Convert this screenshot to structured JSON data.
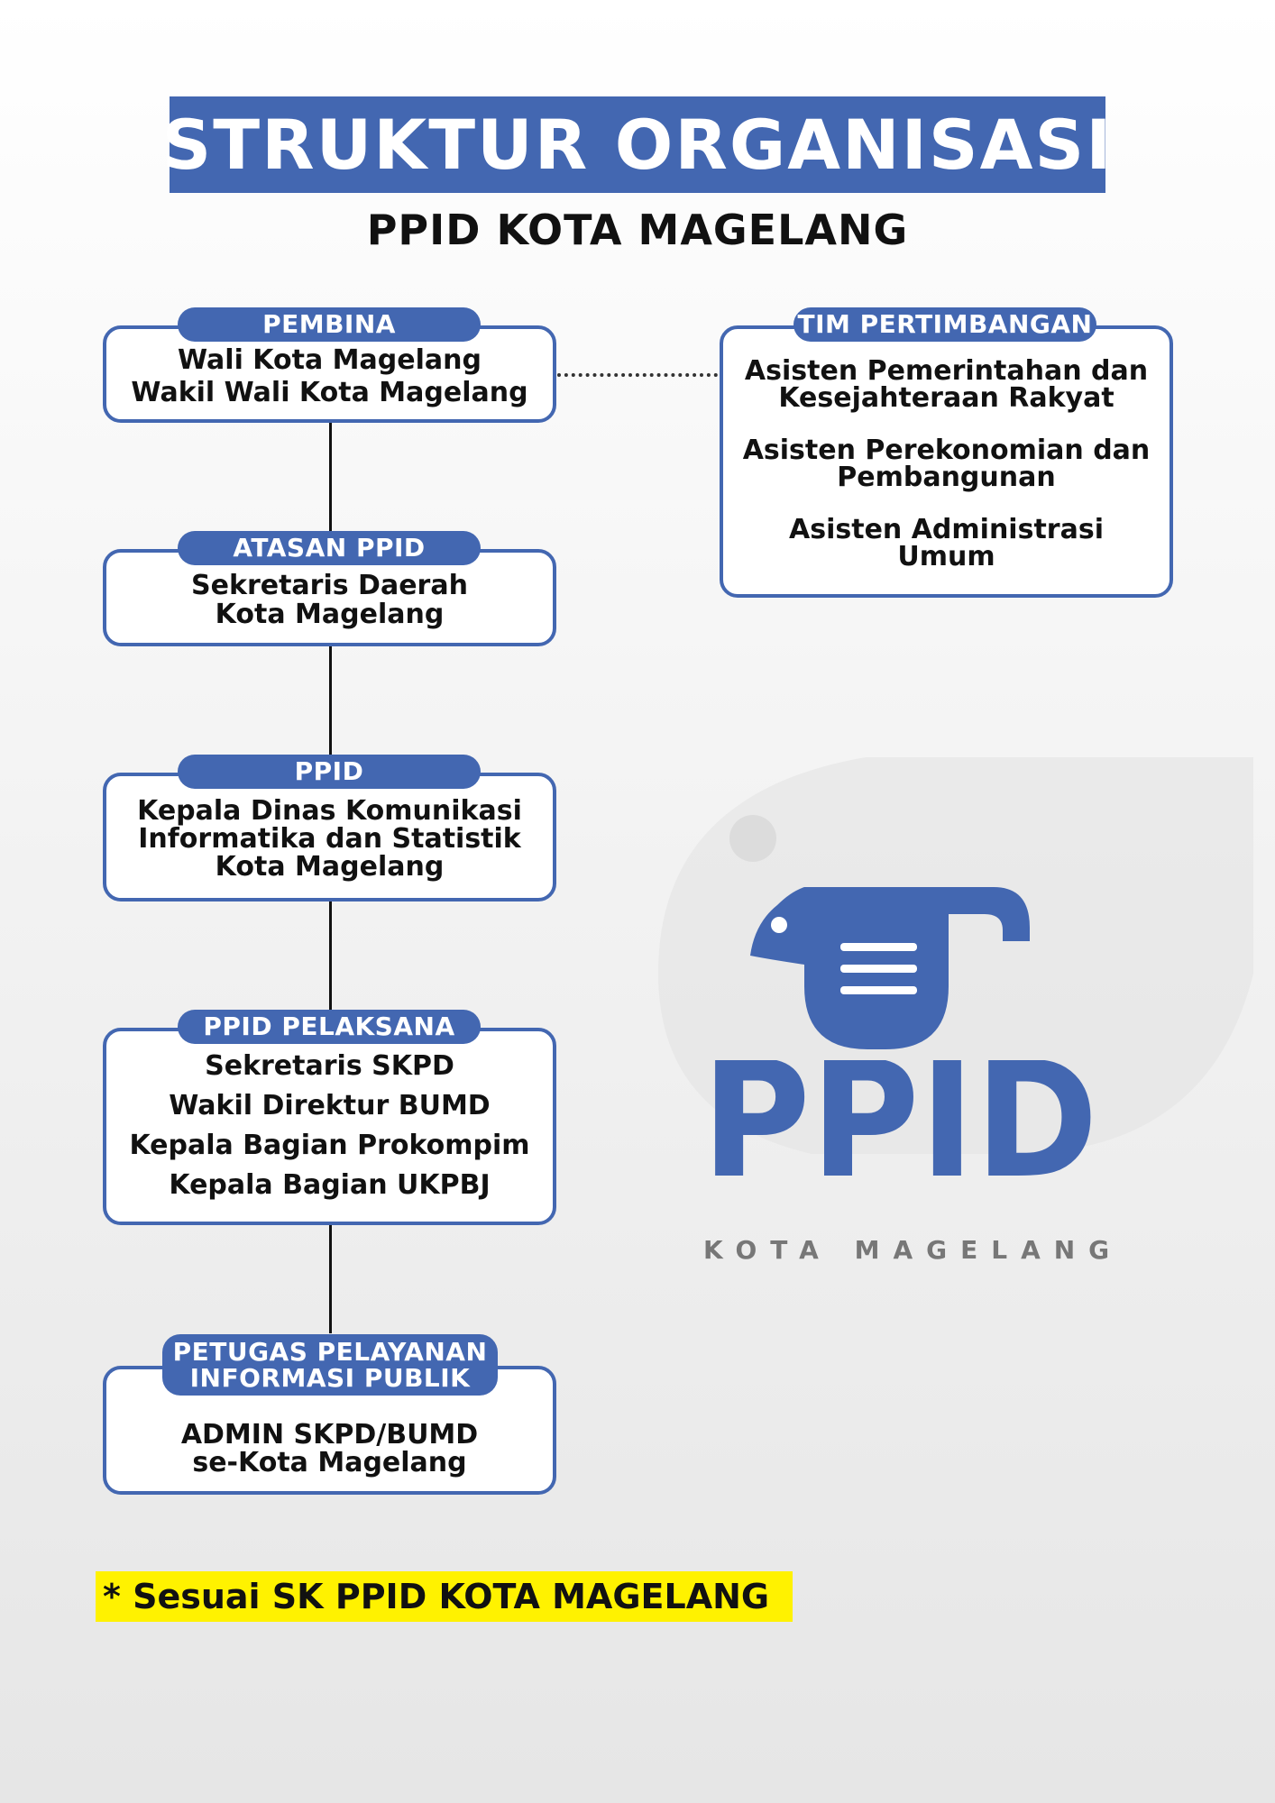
{
  "header": {
    "title": "STRUKTUR ORGANISASI",
    "subtitle": "PPID KOTA MAGELANG"
  },
  "nodes": {
    "pembina": {
      "tag": "PEMBINA",
      "lines": [
        "Wali Kota Magelang",
        "Wakil Wali Kota Magelang"
      ]
    },
    "atasan": {
      "tag": "ATASAN PPID",
      "lines": [
        "Sekretaris Daerah",
        "Kota Magelang"
      ]
    },
    "ppid": {
      "tag": "PPID",
      "lines": [
        "Kepala Dinas Komunikasi",
        "Informatika dan Statistik",
        "Kota Magelang"
      ]
    },
    "pelaksana": {
      "tag": "PPID PELAKSANA",
      "lines": [
        "Sekretaris SKPD",
        "Wakil Direktur BUMD",
        "Kepala Bagian Prokompim",
        "Kepala Bagian UKPBJ"
      ]
    },
    "petugas": {
      "tag_lines": [
        "PETUGAS PELAYANAN",
        "INFORMASI PUBLIK"
      ],
      "lines": [
        "ADMIN SKPD/BUMD",
        "se-Kota Magelang"
      ]
    },
    "tim": {
      "tag": "TIM PERTIMBANGAN",
      "items": [
        [
          "Asisten Pemerintahan dan",
          "Kesejahteraan Rakyat"
        ],
        [
          "Asisten Perekonomian dan",
          "Pembangunan"
        ],
        [
          "Asisten Administrasi",
          "Umum"
        ]
      ]
    }
  },
  "note": "* Sesuai SK PPID KOTA MAGELANG",
  "logo": {
    "wordmark": "PPID",
    "tagline": "KOTA MAGELANG"
  },
  "colors": {
    "accent": "#4367b1",
    "note_bg": "#fff200",
    "text": "#111111"
  }
}
